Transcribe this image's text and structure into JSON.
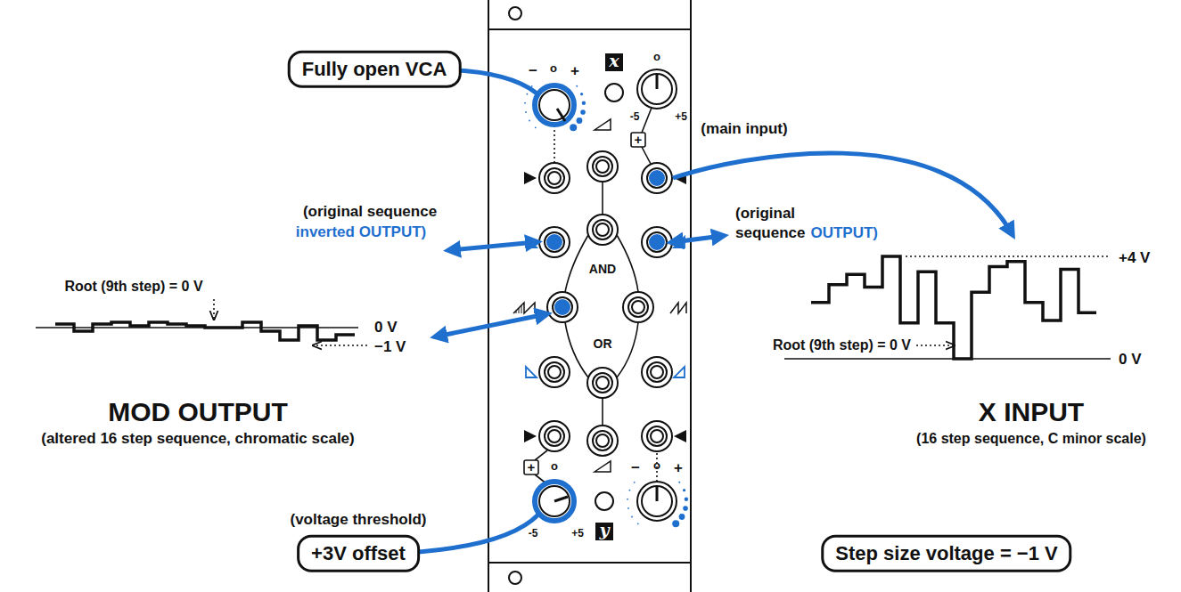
{
  "diagram": {
    "nodes": [
      {
        "text": [
          "Fully open VCA"
        ]
      },
      {
        "text": [
          "+3V offset"
        ]
      },
      {
        "text": [
          "Step size voltage = −1 V"
        ]
      }
    ],
    "labels": [
      "−",
      "o",
      "+",
      "x",
      "o",
      "-5",
      "+5",
      "+",
      "AND",
      "OR",
      "+",
      "o",
      "-5",
      "+5",
      "y",
      "−",
      "o",
      "+",
      "(main input)",
      "(original sequence",
      "inverted OUTPUT)",
      "(original",
      "sequence",
      "OUTPUT)",
      "Root (9th step) = 0 V",
      "0 V",
      "−1 V",
      "MOD OUTPUT",
      "(altered 16 step sequence, chromatic scale)",
      "+4 V",
      "Root (9th step) = 0 V",
      "0 V",
      "X INPUT",
      "(16 step sequence, C minor scale)",
      "(voltage threshold)"
    ]
  }
}
